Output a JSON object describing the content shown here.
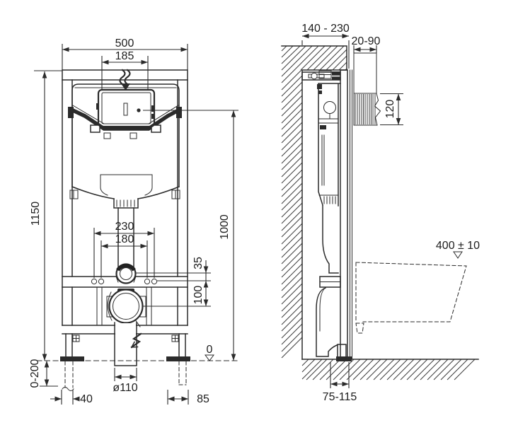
{
  "drawing": {
    "type": "installation-frame-technical-drawing",
    "colors": {
      "line": "#2b2b2b",
      "background": "#ffffff",
      "text": "#1d1d1d"
    },
    "views": {
      "front": {
        "dims": {
          "frame_width": "500",
          "plate_opening_width": "185",
          "frame_height": "1150",
          "plate_center_height": "1000",
          "fixing_spacing_outer": "230",
          "fixing_spacing_inner": "180",
          "supply_offset": "35",
          "waste_offset": "100",
          "leg_adjust_range": "0-200",
          "floor_level": "0",
          "foot_dim_left": "40",
          "drain_diameter": "ø110",
          "foot_dim_right": "85"
        }
      },
      "side": {
        "dims": {
          "frame_depth": "140 - 230",
          "wall_finish_thickness": "20-90",
          "plate_recess_height": "120",
          "bowl_top_height": "400 ± 10",
          "outlet_wall_distance": "75-115"
        }
      }
    }
  }
}
